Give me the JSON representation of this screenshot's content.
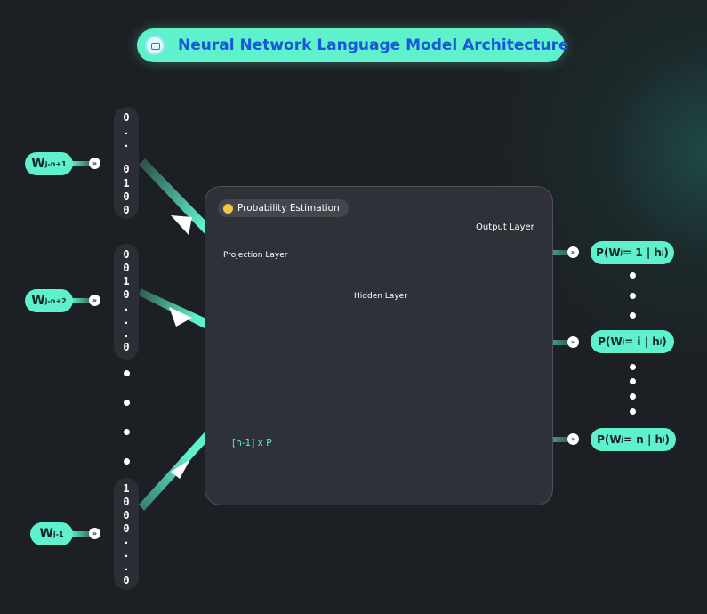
{
  "title": {
    "text": "Neural Network Language Model Architecture",
    "icon": "model-icon"
  },
  "inputs": [
    {
      "word": "W",
      "subscript": "j-n+1",
      "vector": [
        "0",
        ".",
        ".",
        "0",
        "1",
        "0",
        "0"
      ]
    },
    {
      "word": "W",
      "subscript": "j-n+2",
      "vector": [
        "0",
        "0",
        "1",
        "0",
        ".",
        ".",
        ".",
        "0"
      ]
    },
    {
      "word": "W",
      "subscript": "j-1",
      "vector": [
        "1",
        "0",
        "0",
        "0",
        ".",
        ".",
        ".",
        "0"
      ]
    }
  ],
  "panel": {
    "label": "Probability Estimation",
    "label_icon": "thinking-emoji-icon",
    "projection_layer": "Projection Layer",
    "hidden_layer": "Hidden Layer",
    "output_layer": "Output Layer",
    "projection_size": "[n-1] x P"
  },
  "outputs": [
    {
      "prefix": "P(W",
      "sub": "j",
      "mid": " = 1 | h",
      "sub2": "j",
      "suffix": ")"
    },
    {
      "prefix": "P(W",
      "sub": "j",
      "mid": " = i | h",
      "sub2": "j",
      "suffix": ")"
    },
    {
      "prefix": "P(W",
      "sub": "j",
      "mid": " = n | h",
      "sub2": "j",
      "suffix": ")"
    }
  ],
  "colors": {
    "accent": "#5ff0cc",
    "background": "#1c1f23",
    "panel": "#2e3137",
    "title_text": "#1a56d8"
  }
}
